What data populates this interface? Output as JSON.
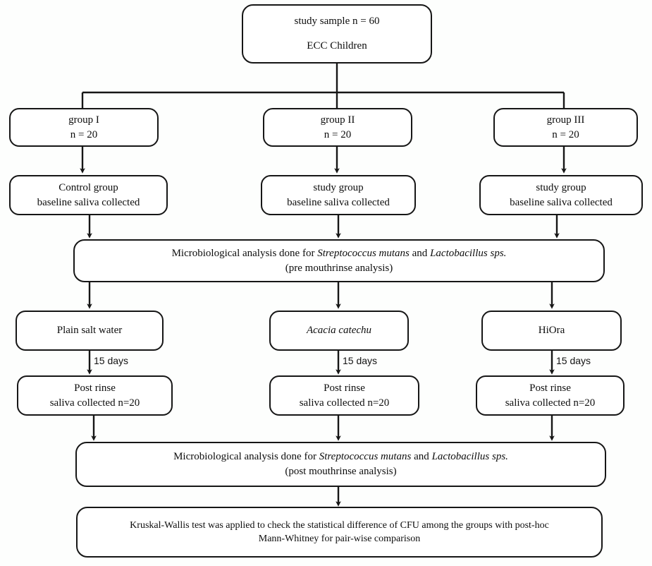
{
  "diagram": {
    "title": "Study flow chart of ECC children mouthrinse trial",
    "colors": {
      "stroke": "#161616",
      "background": "#fdfefd",
      "text": "#0d0d0d"
    },
    "nodes": {
      "top": {
        "line1": "study sample n = 60",
        "line2": "ECC Children"
      },
      "group1": {
        "line1": "group I",
        "line2": "n = 20"
      },
      "group2": {
        "line1": "group II",
        "line2": "n = 20"
      },
      "group3": {
        "line1": "group III",
        "line2": "n = 20"
      },
      "baseline1": {
        "line1": "Control group",
        "line2": "baseline saliva collected"
      },
      "baseline2": {
        "line1": "study group",
        "line2": "baseline saliva collected"
      },
      "baseline3": {
        "line1": "study group",
        "line2": "baseline saliva collected"
      },
      "pre_analysis": {
        "line1_a": "Microbiological analysis done for ",
        "line1_italic1": "Streptococcus mutans",
        "line1_b": " and ",
        "line1_italic2": "Lactobacillus sps.",
        "line2": "(pre mouthrinse analysis)"
      },
      "rinse1": {
        "line1": "Plain salt water"
      },
      "rinse2": {
        "line1": "Acacia catechu"
      },
      "rinse3": {
        "line1": "HiOra"
      },
      "post1": {
        "line1": "Post rinse",
        "line2": "saliva collected n=20"
      },
      "post2": {
        "line1": "Post rinse",
        "line2": "saliva collected n=20"
      },
      "post3": {
        "line1": "Post rinse",
        "line2": "saliva collected n=20"
      },
      "post_analysis": {
        "line1_a": "Microbiological analysis done for ",
        "line1_italic1": "Streptococcus mutans",
        "line1_b": " and ",
        "line1_italic2": "Lactobacillus sps.",
        "line2": "(post mouthrinse analysis)"
      },
      "statistics": {
        "line1": "Kruskal-Wallis test was applied to check the statistical difference of CFU among the groups with post-hoc",
        "line2": "Mann-Whitney for pair-wise comparison"
      }
    },
    "edge_labels": {
      "duration1": "15 days",
      "duration2": "15 days",
      "duration3": "15 days"
    }
  }
}
